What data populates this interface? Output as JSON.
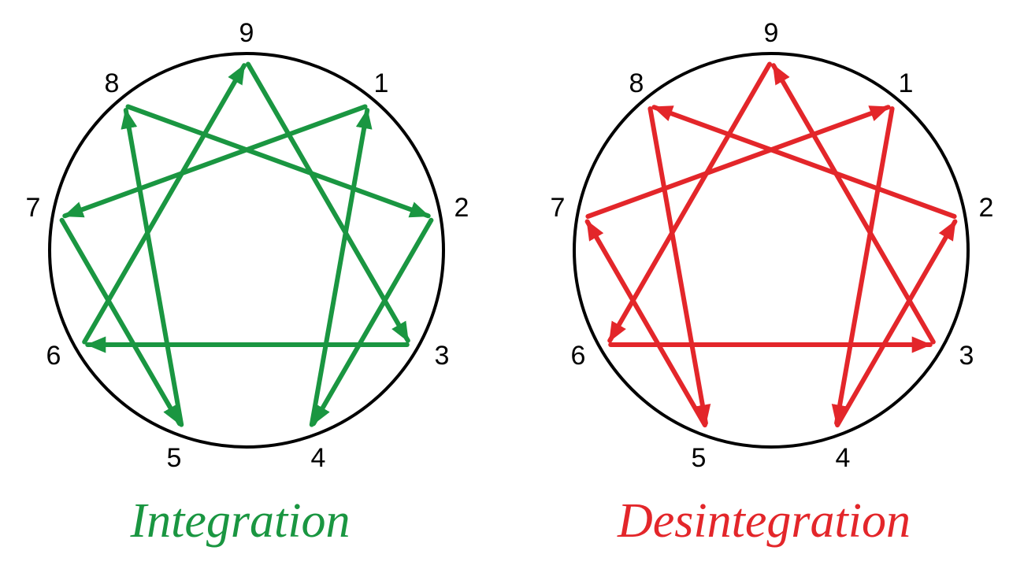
{
  "diagrams": [
    {
      "id": "integration",
      "caption": "Integration",
      "color": "#1a9641",
      "labels": [
        "1",
        "2",
        "3",
        "4",
        "5",
        "6",
        "7",
        "8",
        "9"
      ],
      "arrows": [
        [
          "1",
          "7"
        ],
        [
          "7",
          "5"
        ],
        [
          "5",
          "8"
        ],
        [
          "8",
          "2"
        ],
        [
          "2",
          "4"
        ],
        [
          "4",
          "1"
        ],
        [
          "3",
          "6"
        ],
        [
          "6",
          "9"
        ],
        [
          "9",
          "3"
        ]
      ]
    },
    {
      "id": "desintegration",
      "caption": "Desintegration",
      "color": "#e3262a",
      "labels": [
        "1",
        "2",
        "3",
        "4",
        "5",
        "6",
        "7",
        "8",
        "9"
      ],
      "arrows": [
        [
          "1",
          "4"
        ],
        [
          "4",
          "2"
        ],
        [
          "2",
          "8"
        ],
        [
          "8",
          "5"
        ],
        [
          "5",
          "7"
        ],
        [
          "7",
          "1"
        ],
        [
          "3",
          "9"
        ],
        [
          "9",
          "6"
        ],
        [
          "6",
          "3"
        ]
      ]
    }
  ]
}
